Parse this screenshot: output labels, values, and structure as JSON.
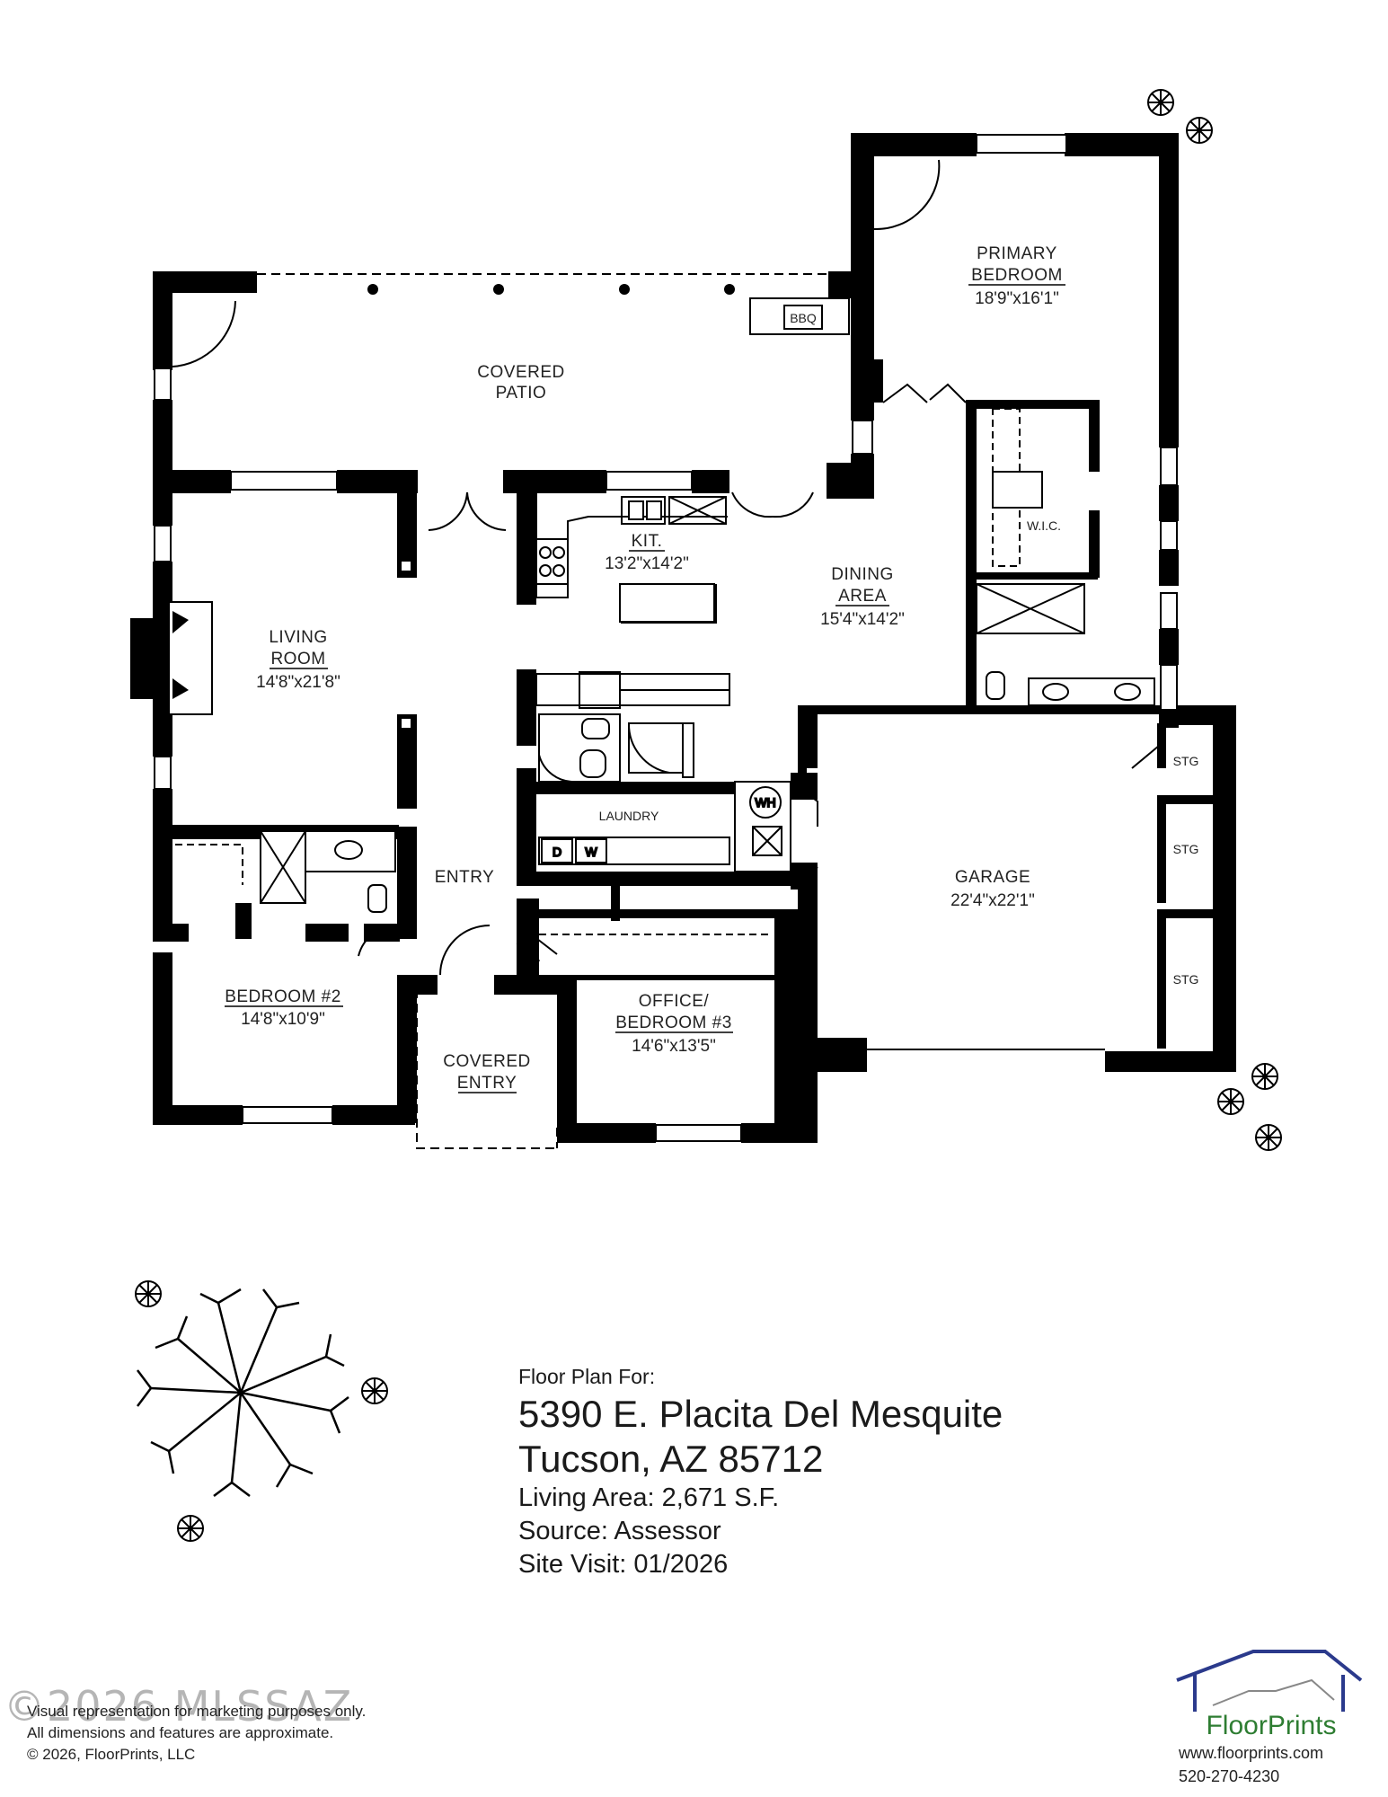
{
  "rooms": {
    "covered_patio": {
      "line1": "COVERED",
      "line2": "PATIO"
    },
    "primary_bedroom": {
      "line1": "PRIMARY",
      "line2": "BEDROOM",
      "dim": "18'9\"x16'1\""
    },
    "kitchen": {
      "line1": "KIT.",
      "dim": "13'2\"x14'2\""
    },
    "dining_area": {
      "line1": "DINING",
      "line2": "AREA",
      "dim": "15'4\"x14'2\""
    },
    "living_room": {
      "line1": "LIVING",
      "line2": "ROOM",
      "dim": "14'8\"x21'8\""
    },
    "wic": {
      "line1": "W.I.C."
    },
    "laundry": {
      "line1": "LAUNDRY"
    },
    "garage": {
      "line1": "GARAGE",
      "dim": "22'4\"x22'1\""
    },
    "entry": {
      "line1": "ENTRY"
    },
    "bedroom2": {
      "line1": "BEDROOM #2",
      "dim": "14'8\"x10'9\""
    },
    "office": {
      "line1": "OFFICE/",
      "line2": "BEDROOM #3",
      "dim": "14'6\"x13'5\""
    },
    "covered_entry": {
      "line1": "COVERED",
      "line2": "ENTRY"
    },
    "stg1": {
      "line1": "STG"
    },
    "stg2": {
      "line1": "STG"
    },
    "stg3": {
      "line1": "STG"
    },
    "bbq": {
      "line1": "BBQ"
    },
    "wh": {
      "line1": "WH"
    },
    "dryer": {
      "line1": "D"
    },
    "washer": {
      "line1": "W"
    }
  },
  "info": {
    "pre": "Floor Plan For:",
    "address1": "5390 E. Placita Del Mesquite",
    "address2": "Tucson, AZ  85712",
    "living_area": "Living Area:  2,671 S.F.",
    "source": "Source:  Assessor",
    "site_visit": "Site Visit:  01/2026"
  },
  "disclaimer": {
    "line1": "Visual representation for marketing purposes only.",
    "line2": "All dimensions and features are approximate.",
    "line3": "© 2026, FloorPrints, LLC"
  },
  "watermark": "©2026 MLSSAZ",
  "brand": {
    "name": "FloorPrints",
    "url": "www.floorprints.com",
    "phone": "520-270-4230",
    "color": "#2e7d32",
    "roof_color": "#2b3a8c"
  },
  "icons": [
    "tree-icon",
    "shrub-icon",
    "door-swing-icon",
    "toilet-icon",
    "sink-icon",
    "stove-icon"
  ]
}
